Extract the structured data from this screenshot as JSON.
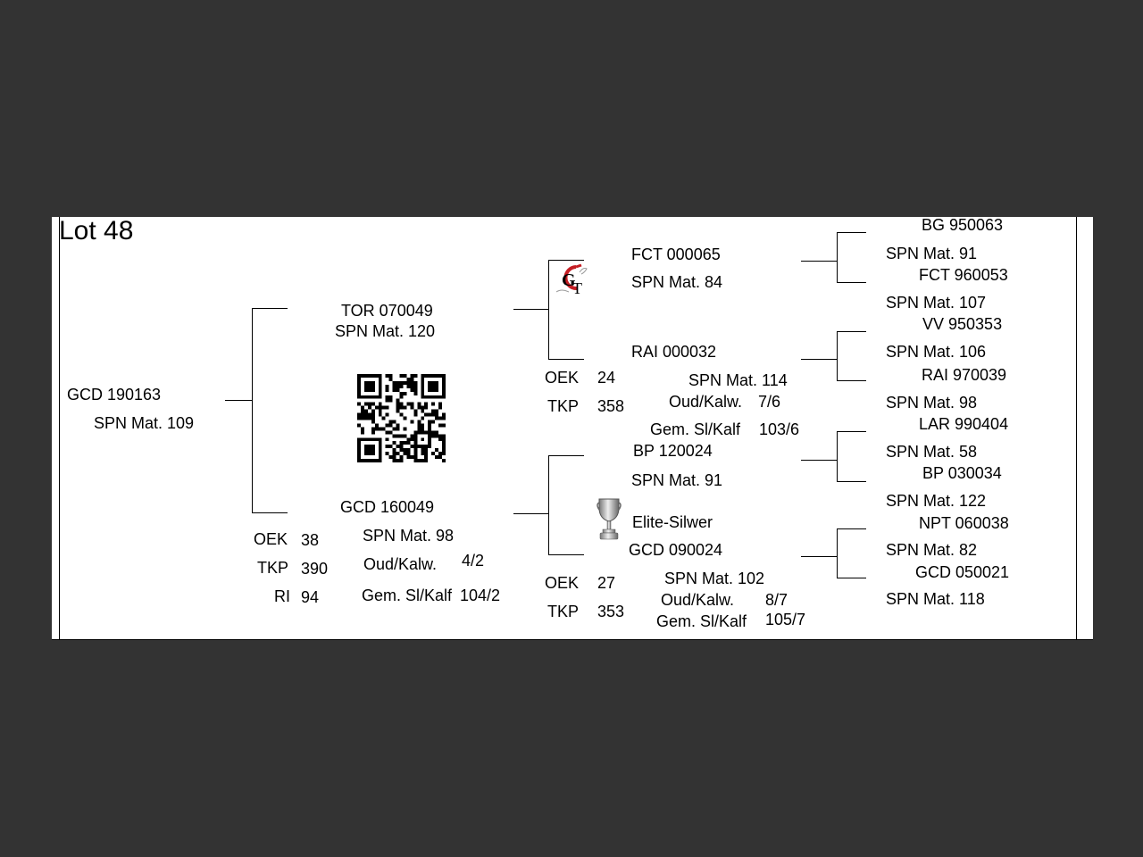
{
  "lot": {
    "title": "Lot 48"
  },
  "animal": {
    "id": "GCD 190163",
    "spn": "SPN Mat. 109"
  },
  "sire": {
    "id": "TOR 070049",
    "spn": "SPN Mat. 120",
    "sire": {
      "id": "FCT 000065",
      "spn": "SPN Mat. 84"
    },
    "dam": {
      "id": "RAI 000032",
      "oek_label": "OEK",
      "oek": "24",
      "tkp_label": "TKP",
      "tkp": "358",
      "spn": "SPN Mat. 114",
      "oud_label": "Oud/Kalw.",
      "oud": "7/6",
      "gem_label": "Gem. Sl/Kalf",
      "gem": "103/6"
    }
  },
  "dam": {
    "id": "GCD 160049",
    "oek_label": "OEK",
    "oek": "38",
    "tkp_label": "TKP",
    "tkp": "390",
    "ri_label": "RI",
    "ri": "94",
    "spn": "SPN Mat. 98",
    "oud_label": "Oud/Kalw.",
    "oud": "4/2",
    "gem_label": "Gem. Sl/Kalf",
    "gem": "104/2",
    "sire": {
      "id": "BP  120024",
      "spn": "SPN Mat. 91",
      "award": "Elite-Silwer"
    },
    "dam": {
      "id": "GCD 090024",
      "oek_label": "OEK",
      "oek": "27",
      "tkp_label": "TKP",
      "tkp": "353",
      "spn": "SPN Mat. 102",
      "oud_label": "Oud/Kalw.",
      "oud": "8/7",
      "gem_label": "Gem. Sl/Kalf",
      "gem": "105/7"
    }
  },
  "gen3": [
    {
      "id": "BG  950063",
      "spn": "SPN Mat. 91"
    },
    {
      "id": "FCT 960053",
      "spn": "SPN Mat. 107"
    },
    {
      "id": "VV  950353",
      "spn": "SPN Mat. 106"
    },
    {
      "id": "RAI 970039",
      "spn": "SPN Mat. 98"
    },
    {
      "id": "LAR 990404",
      "spn": "SPN Mat. 58"
    },
    {
      "id": "BP  030034",
      "spn": "SPN Mat. 122"
    },
    {
      "id": "NPT 060038",
      "spn": "SPN Mat. 82"
    },
    {
      "id": "GCD 050021",
      "spn": "SPN Mat. 118"
    }
  ],
  "icons": {
    "qr": "qr-code-icon",
    "logo": "gt-logo-icon",
    "trophy": "trophy-icon"
  }
}
